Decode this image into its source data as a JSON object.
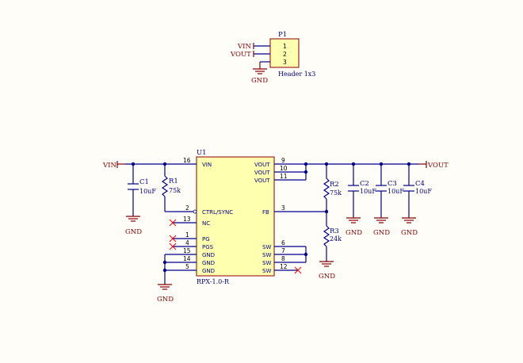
{
  "header": {
    "designator": "P1",
    "value": "Header 1x3",
    "pins": [
      "1",
      "2",
      "3"
    ],
    "net1": "VIN",
    "net2": "VOUT",
    "net3": "GND"
  },
  "ic": {
    "designator": "U1",
    "part": "RPX-1.0-R",
    "left_pins": [
      {
        "num": "16",
        "name": "VIN"
      },
      {
        "num": "2",
        "name": "CTRL/SYNC"
      },
      {
        "num": "13",
        "name": "NC"
      },
      {
        "num": "1",
        "name": "PG"
      },
      {
        "num": "4",
        "name": "PGS"
      },
      {
        "num": "15",
        "name": "GND"
      },
      {
        "num": "14",
        "name": "GND"
      },
      {
        "num": "5",
        "name": "GND"
      }
    ],
    "right_pins": [
      {
        "num": "9",
        "name": "VOUT"
      },
      {
        "num": "10",
        "name": "VOUT"
      },
      {
        "num": "11",
        "name": "VOUT"
      },
      {
        "num": "3",
        "name": "FB"
      },
      {
        "num": "6",
        "name": "SW"
      },
      {
        "num": "7",
        "name": "SW"
      },
      {
        "num": "8",
        "name": "SW"
      },
      {
        "num": "12",
        "name": "SW"
      }
    ]
  },
  "components": {
    "c1": {
      "designator": "C1",
      "value": "10uF"
    },
    "r1": {
      "designator": "R1",
      "value": "75k"
    },
    "r2": {
      "designator": "R2",
      "value": "75k"
    },
    "r3": {
      "designator": "R3",
      "value": "24k"
    },
    "c2": {
      "designator": "C2",
      "value": "10uF"
    },
    "c3": {
      "designator": "C3",
      "value": "10uF"
    },
    "c4": {
      "designator": "C4",
      "value": "10uF"
    }
  },
  "nets": {
    "vin": "VIN",
    "vout": "VOUT",
    "gnd": "GND"
  },
  "colors": {
    "wire": "#00008b",
    "power_port": "#8b0000",
    "component_fill": "#ffffb0",
    "no_connect": "#ff0000"
  }
}
